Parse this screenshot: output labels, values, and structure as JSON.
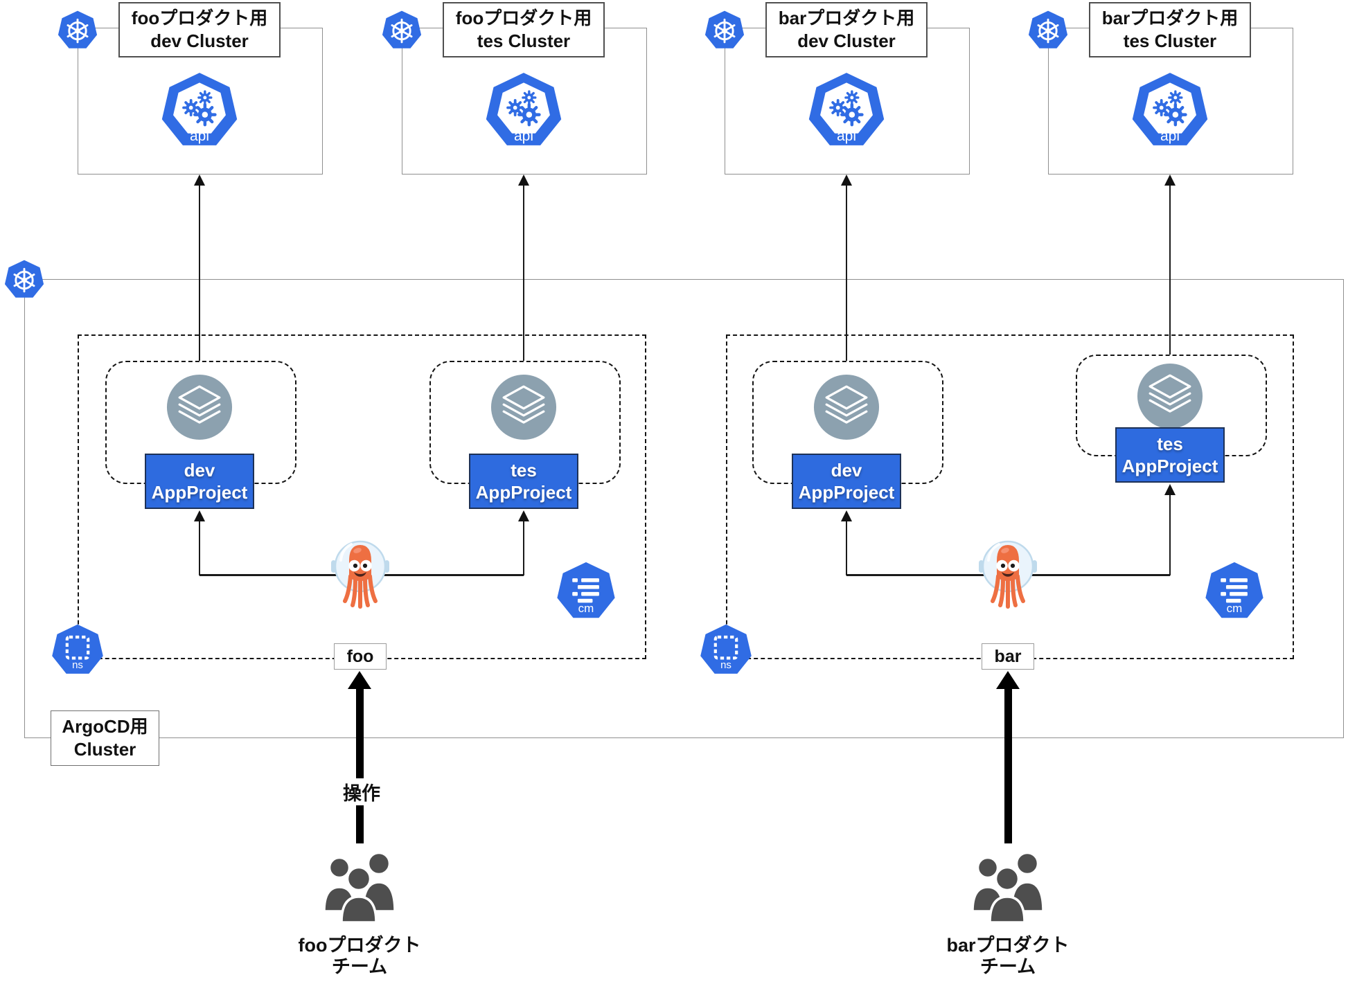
{
  "clusters": [
    {
      "title_line1": "fooプロダクト用",
      "title_line2": "dev Cluster",
      "api_label": "api"
    },
    {
      "title_line1": "fooプロダクト用",
      "title_line2": "tes Cluster",
      "api_label": "api"
    },
    {
      "title_line1": "barプロダクト用",
      "title_line2": "dev Cluster",
      "api_label": "api"
    },
    {
      "title_line1": "barプロダクト用",
      "title_line2": "tes Cluster",
      "api_label": "api"
    }
  ],
  "argocd_cluster": {
    "label_line1": "ArgoCD用",
    "label_line2": "Cluster"
  },
  "namespaces": [
    {
      "name": "foo",
      "ns_badge": "ns",
      "cm_badge": "cm",
      "app_projects": [
        {
          "env": "dev",
          "kind": "AppProject"
        },
        {
          "env": "tes",
          "kind": "AppProject"
        }
      ]
    },
    {
      "name": "bar",
      "ns_badge": "ns",
      "cm_badge": "cm",
      "app_projects": [
        {
          "env": "dev",
          "kind": "AppProject"
        },
        {
          "env": "tes",
          "kind": "AppProject"
        }
      ]
    }
  ],
  "teams": [
    {
      "name_line1": "fooプロダクト",
      "name_line2": "チーム",
      "action_label": "操作"
    },
    {
      "name_line1": "barプロダクト",
      "name_line2": "チーム"
    }
  ],
  "colors": {
    "kubernetes_blue": "#306CE4",
    "appproject_blue": "#2E6BDF",
    "appproject_border": "#1D3156",
    "resource_gray": "#8CA1AF",
    "team_gray": "#4E4E4E",
    "argo_orange": "#EE6F42",
    "line_black": "#111111",
    "rect_gray": "#8F8F8F"
  }
}
